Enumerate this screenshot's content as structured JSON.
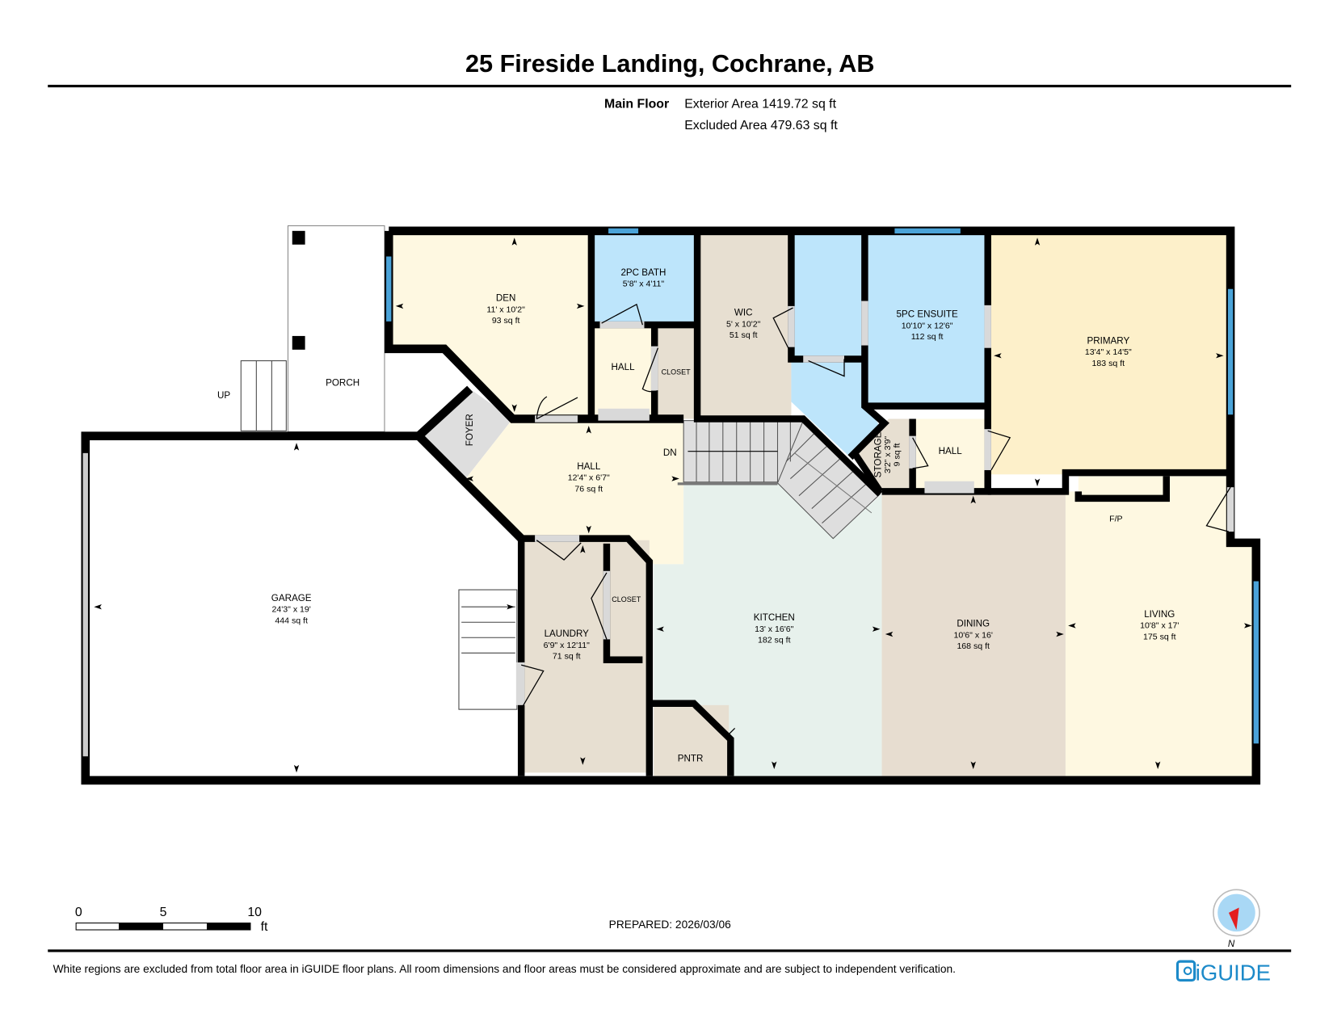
{
  "header": {
    "title": "25 Fireside Landing, Cochrane, AB",
    "floor_label": "Main Floor",
    "exterior_area": "Exterior Area 1419.72 sq ft",
    "excluded_area": "Excluded Area 479.63 sq ft"
  },
  "rooms": {
    "den": {
      "name": "DEN",
      "dims": "11' x 10'2\"",
      "area": "93 sq ft"
    },
    "bath2": {
      "name": "2PC BATH",
      "dims": "5'8\" x 4'11\""
    },
    "hall_small": {
      "name": "HALL"
    },
    "closet1": {
      "name": "CLOSET"
    },
    "wic": {
      "name": "WIC",
      "dims": "5' x 10'2\"",
      "area": "51 sq ft"
    },
    "ensuite": {
      "name": "5PC ENSUITE",
      "dims": "10'10\" x 12'6\"",
      "area": "112 sq ft"
    },
    "primary": {
      "name": "PRIMARY",
      "dims": "13'4\" x 14'5\"",
      "area": "183 sq ft"
    },
    "porch": {
      "name": "PORCH"
    },
    "up": {
      "name": "UP"
    },
    "foyer": {
      "name": "FOYER"
    },
    "hall_main": {
      "name": "HALL",
      "dims": "12'4\" x 6'7\"",
      "area": "76 sq ft"
    },
    "dn": {
      "name": "DN"
    },
    "storage": {
      "name": "STORAGE",
      "dims": "3'2\" x 3'9\"",
      "area": "9 sq ft"
    },
    "hall_right": {
      "name": "HALL"
    },
    "fp": {
      "name": "F/P"
    },
    "garage": {
      "name": "GARAGE",
      "dims": "24'3\" x 19'",
      "area": "444 sq ft"
    },
    "laundry": {
      "name": "LAUNDRY",
      "dims": "6'9\" x 12'11\"",
      "area": "71 sq ft"
    },
    "closet2": {
      "name": "CLOSET"
    },
    "kitchen": {
      "name": "KITCHEN",
      "dims": "13' x 16'6\"",
      "area": "182 sq ft"
    },
    "dining": {
      "name": "DINING",
      "dims": "10'6\" x 16'",
      "area": "168 sq ft"
    },
    "living": {
      "name": "LIVING",
      "dims": "10'8\" x 17'",
      "area": "175 sq ft"
    },
    "pantry": {
      "name": "PNTR"
    }
  },
  "colors": {
    "cream": "#fef8e1",
    "primary": "#fdf0ca",
    "blue": "#bde5fb",
    "beige": "#e7dfd1",
    "kitchen": "#e7f1ec",
    "window": "#4aa3d8",
    "brand": "#1c8ac9"
  },
  "scale_bar": {
    "labels": [
      "0",
      "5",
      "10"
    ],
    "unit": "ft"
  },
  "prepared": "PREPARED: 2026/03/06",
  "compass": {
    "label": "N"
  },
  "footer": {
    "disclaimer": "White regions are excluded from total floor area in iGUIDE floor plans. All room dimensions and floor areas must be considered approximate and are subject to independent verification.",
    "brand": "iGUIDE"
  }
}
